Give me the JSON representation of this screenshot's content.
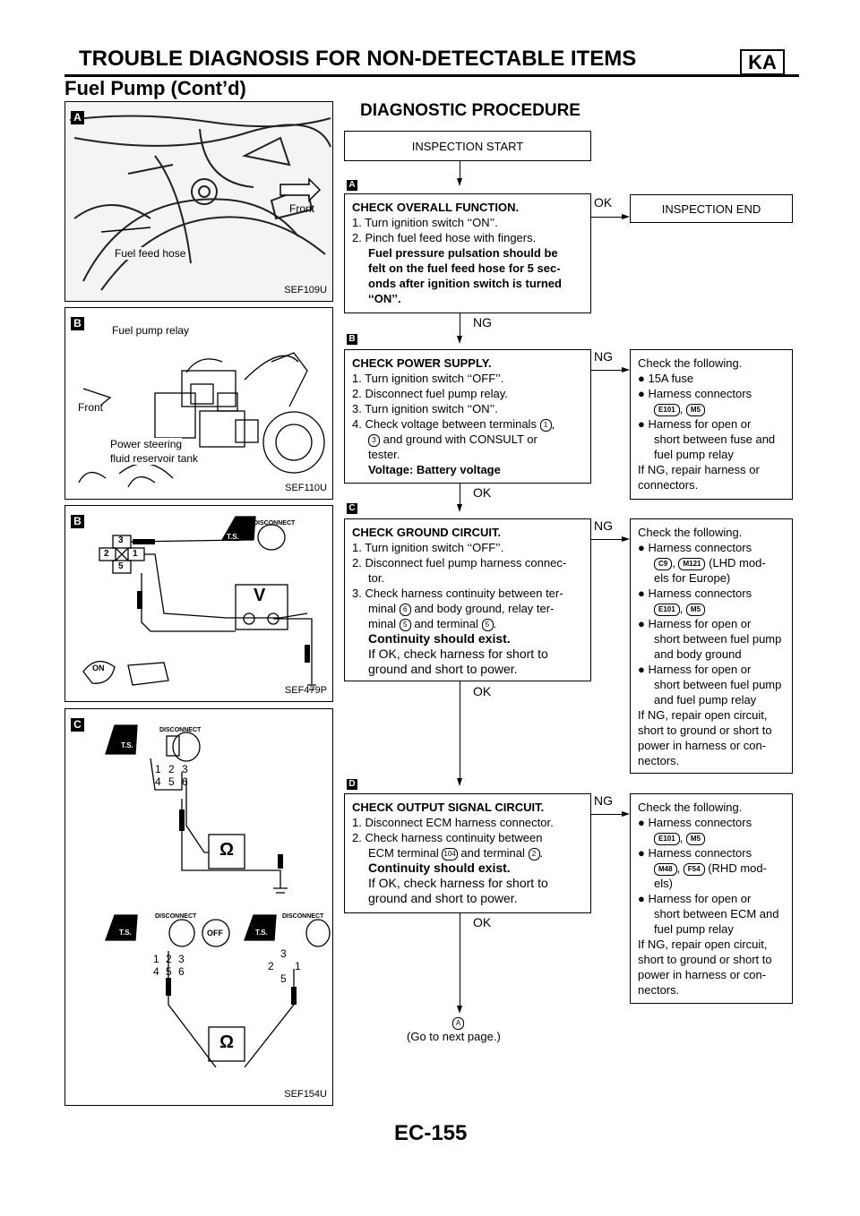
{
  "header": {
    "title": "TROUBLE DIAGNOSIS FOR NON-DETECTABLE ITEMS",
    "code": "KA",
    "subtitle": "Fuel Pump (Cont’d)"
  },
  "diag_title": "DIAGNOSTIC PROCEDURE",
  "figures": [
    {
      "letter": "A",
      "code": "SEF109U",
      "labels": [
        "Front",
        "Fuel feed hose"
      ]
    },
    {
      "letter": "B",
      "code": "SEF110U",
      "labels": [
        "Fuel pump relay",
        "Front",
        "Power steering",
        "fluid reservoir tank"
      ]
    },
    {
      "letter": "B",
      "code": "SEF479P",
      "labels": [
        "DISCONNECT",
        "T.S.",
        "3",
        "2",
        "1",
        "5",
        "V",
        "ON"
      ]
    },
    {
      "letter": "C",
      "code": "SEF154U",
      "labels": [
        "DISCONNECT",
        "T.S.",
        "1",
        "2",
        "3",
        "4",
        "5",
        "6",
        "Ω",
        "DISCONNECT",
        "T.S.",
        "OFF",
        "DISCONNECT",
        "T.S.",
        "1",
        "2",
        "3",
        "4",
        "5",
        "6",
        "3",
        "2",
        "1",
        "5",
        "Ω"
      ]
    }
  ],
  "flow": {
    "start": "INSPECTION START",
    "end": "INSPECTION END",
    "steps": [
      {
        "letter": "A",
        "title": "CHECK OVERALL FUNCTION.",
        "lines": [
          "1. Turn ignition switch ‘‘ON’’.",
          "2. Pinch fuel feed hose with fingers."
        ],
        "bold_lines": [
          "Fuel pressure pulsation should be",
          "felt on the fuel feed hose for 5 sec-",
          "onds after ignition switch is turned",
          "‘‘ON’’."
        ],
        "right_label": "OK",
        "down_label": "NG"
      },
      {
        "letter": "B",
        "title": "CHECK POWER SUPPLY.",
        "lines": [
          "1. Turn ignition switch ‘‘OFF’’.",
          "2. Disconnect fuel pump relay.",
          "3. Turn ignition switch ‘‘ON’’.",
          "4. Check voltage between terminals",
          "and ground with CONSULT or",
          "tester."
        ],
        "bold_line": "Voltage: Battery voltage",
        "pins": [
          "1",
          "3"
        ],
        "right_label": "NG",
        "down_label": "OK",
        "check": {
          "intro": "Check the following.",
          "items": [
            "15A fuse",
            "Harness connectors",
            "Harness for open or",
            "short between fuse and",
            "fuel pump relay"
          ],
          "connectors": [
            "E101",
            "M5"
          ],
          "footer": [
            "If NG, repair harness or",
            "connectors."
          ]
        }
      },
      {
        "letter": "C",
        "title": "CHECK GROUND CIRCUIT.",
        "lines": [
          "1. Turn ignition switch ‘‘OFF’’.",
          "2. Disconnect fuel pump harness connec-",
          "tor.",
          "3. Check harness continuity between ter-",
          "minal",
          "and body ground, relay ter-",
          "minal",
          "and terminal"
        ],
        "pins": [
          "6",
          "5",
          "5"
        ],
        "bold_line": "Continuity should exist.",
        "after_lines": [
          "If OK, check harness for short to",
          "ground and short to power."
        ],
        "right_label": "NG",
        "down_label": "OK",
        "check": {
          "intro": "Check the following.",
          "items": [
            "Harness connectors",
            "(LHD mod-",
            "els for Europe)",
            "Harness connectors",
            "Harness for open or",
            "short between fuel pump",
            "and body ground",
            "Harness for open or",
            "short between fuel pump",
            "and fuel pump relay"
          ],
          "connectors": [
            "C9",
            "M121",
            "E101",
            "M5"
          ],
          "footer": [
            "If NG, repair open circuit,",
            "short to ground or short to",
            "power in harness or con-",
            "nectors."
          ]
        }
      },
      {
        "letter": "D",
        "title": "CHECK OUTPUT SIGNAL CIRCUIT.",
        "lines": [
          "1. Disconnect ECM harness connector.",
          "2. Check harness continuity between",
          "ECM terminal",
          "and terminal"
        ],
        "pins": [
          "104",
          "2"
        ],
        "bold_line": "Continuity should exist.",
        "after_lines": [
          "If OK, check harness for short to",
          "ground and short to power."
        ],
        "right_label": "NG",
        "down_label": "OK",
        "check": {
          "intro": "Check the following.",
          "items": [
            "Harness connectors",
            "Harness connectors",
            "(RHD mod-",
            "els)",
            "Harness for open or",
            "short between ECM and",
            "fuel pump relay"
          ],
          "connectors": [
            "E101",
            "M5",
            "M48",
            "F54"
          ],
          "footer": [
            "If NG, repair open circuit,",
            "short to ground or short to",
            "power in harness or con-",
            "nectors."
          ]
        }
      }
    ],
    "goto_letter": "A",
    "goto_text": "(Go to next page.)"
  },
  "page_number": "EC-155"
}
